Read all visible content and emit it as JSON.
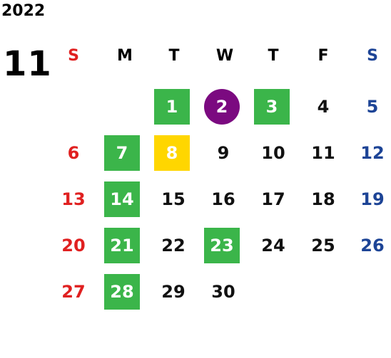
{
  "calendar": {
    "year": "2022",
    "month": "11",
    "weekdays": [
      "S",
      "M",
      "T",
      "W",
      "T",
      "F",
      "S"
    ],
    "colors": {
      "sunday": "#e02020",
      "saturday": "#1d4496",
      "green_highlight": "#3bb54a",
      "yellow_highlight": "#ffd600",
      "purple_circle": "#7b0a80"
    },
    "days": [
      "1",
      "2",
      "3",
      "4",
      "5",
      "6",
      "7",
      "8",
      "9",
      "10",
      "11",
      "12",
      "13",
      "14",
      "15",
      "16",
      "17",
      "18",
      "19",
      "20",
      "21",
      "22",
      "23",
      "24",
      "25",
      "26",
      "27",
      "28",
      "29",
      "30"
    ],
    "highlights": {
      "green": [
        1,
        3,
        7,
        14,
        21,
        23,
        28
      ],
      "yellow": [
        8
      ],
      "purple_circle": [
        2
      ]
    }
  }
}
